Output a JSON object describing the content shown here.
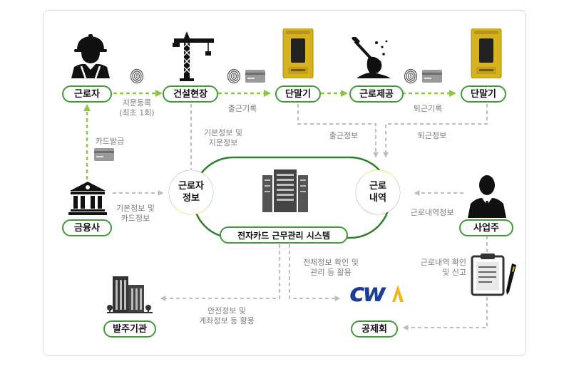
{
  "nodes": {
    "worker": "근로자",
    "site": "건설현장",
    "terminal_1": "단말기",
    "work": "근로제공",
    "terminal_2": "단말기",
    "bank": "금융사",
    "employer": "사업주",
    "client": "발주기관",
    "mutual_aid": "공제회",
    "system": "전자카드 근무관리 시스템"
  },
  "circles": {
    "worker_info": [
      "근로자",
      "정보"
    ],
    "work_history": [
      "근로",
      "내역"
    ]
  },
  "labels": {
    "fingerprint_register": [
      "지문등록",
      "(최초 1회)"
    ],
    "attendance_record": [
      "출근기록"
    ],
    "leave_record": [
      "퇴근기록"
    ],
    "basic_fingerprint_info": [
      "기본정보 및",
      "지문정보"
    ],
    "card_issue": [
      "카드발급"
    ],
    "basic_card_info": [
      "기본정보 및",
      "카드정보"
    ],
    "attendance_info": [
      "출근정보"
    ],
    "leave_info": [
      "퇴근정보"
    ],
    "work_history_info": [
      "근로내역정보"
    ],
    "check_report": [
      "근로내역 확인",
      "및 신고"
    ],
    "full_info_use": [
      "전체정보 확인 및",
      "관리 등 활용"
    ],
    "safety_account_use": [
      "안전정보 및",
      "계좌정보 등 활용"
    ]
  },
  "logo": {
    "text": "cw"
  },
  "colors": {
    "green": "#3f9a37",
    "lime_dashed": "#8dc63f",
    "gray_dashed": "#bdbdbd",
    "yellow_arc": "#f3d21f",
    "terminal_yellow": "#d6b21e",
    "logo_blue": "#1b3f94",
    "logo_gold": "#f2b319"
  },
  "icons": [
    "worker-helmet-icon",
    "crane-icon",
    "terminal-icon",
    "fingerprint-icon",
    "card-icon",
    "shovel-icon",
    "bank-icon",
    "server-icon",
    "businessman-icon",
    "clipboard-pen-icon",
    "office-building-icon",
    "cw-logo-icon"
  ]
}
